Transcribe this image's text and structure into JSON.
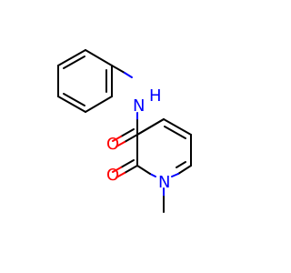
{
  "molecule": {
    "atom_labels": {
      "nh_N": "N",
      "nh_H": "H",
      "carbonyl_O": "O",
      "ring_O": "O",
      "ring_N": "N"
    },
    "colors": {
      "bond": "#000000",
      "nitrogen": "#0000ff",
      "oxygen": "#ff0000",
      "background": "#ffffff"
    }
  }
}
